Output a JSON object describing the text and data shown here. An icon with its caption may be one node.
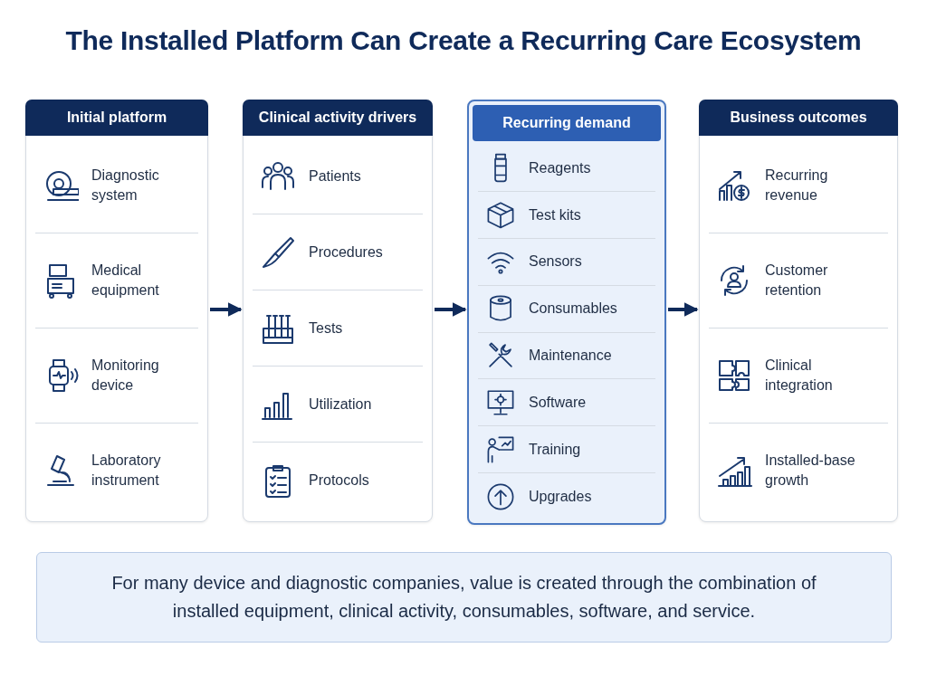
{
  "diagram": {
    "title": "The Installed Platform Can Create a Recurring Care Ecosystem",
    "nodes": [
      {
        "text": [
          "Initial platform"
        ]
      },
      {
        "text": [
          "Diagnostic system"
        ],
        "in": 0
      },
      {
        "text": [
          "Medical equipment"
        ],
        "in": 0
      },
      {
        "text": [
          "Monitoring device"
        ],
        "in": 0
      },
      {
        "text": [
          "Laboratory instrument"
        ],
        "in": 0
      },
      {
        "text": [
          "Clinical activity drivers"
        ]
      },
      {
        "text": [
          "Patients"
        ],
        "in": 5
      },
      {
        "text": [
          "Procedures"
        ],
        "in": 5
      },
      {
        "text": [
          "Tests"
        ],
        "in": 5
      },
      {
        "text": [
          "Utilization"
        ],
        "in": 5
      },
      {
        "text": [
          "Protocols"
        ],
        "in": 5
      },
      {
        "text": [
          "Recurring demand"
        ]
      },
      {
        "text": [
          "Reagents"
        ],
        "in": 11
      },
      {
        "text": [
          "Test kits"
        ],
        "in": 11
      },
      {
        "text": [
          "Sensors"
        ],
        "in": 11
      },
      {
        "text": [
          "Consumables"
        ],
        "in": 11
      },
      {
        "text": [
          "Maintenance"
        ],
        "in": 11
      },
      {
        "text": [
          "Software"
        ],
        "in": 11
      },
      {
        "text": [
          "Training"
        ],
        "in": 11
      },
      {
        "text": [
          "Upgrades"
        ],
        "in": 11
      },
      {
        "text": [
          "Business outcomes"
        ]
      },
      {
        "text": [
          "Recurring revenue"
        ],
        "in": 20
      },
      {
        "text": [
          "Customer retention"
        ],
        "in": 20
      },
      {
        "text": [
          "Clinical integration"
        ],
        "in": 20
      },
      {
        "text": [
          "Installed-base growth"
        ],
        "in": 20
      },
      {
        "text": [
          "For many device and diagnostic companies, value is created through the combination of installed equipment, clinical activity, consumables, software, and service."
        ]
      }
    ],
    "edges": [
      {
        "from": 0,
        "to": 5,
        "arrow": "to"
      },
      {
        "from": 5,
        "to": 11,
        "arrow": "to"
      },
      {
        "from": 11,
        "to": 20,
        "arrow": "to"
      }
    ]
  }
}
